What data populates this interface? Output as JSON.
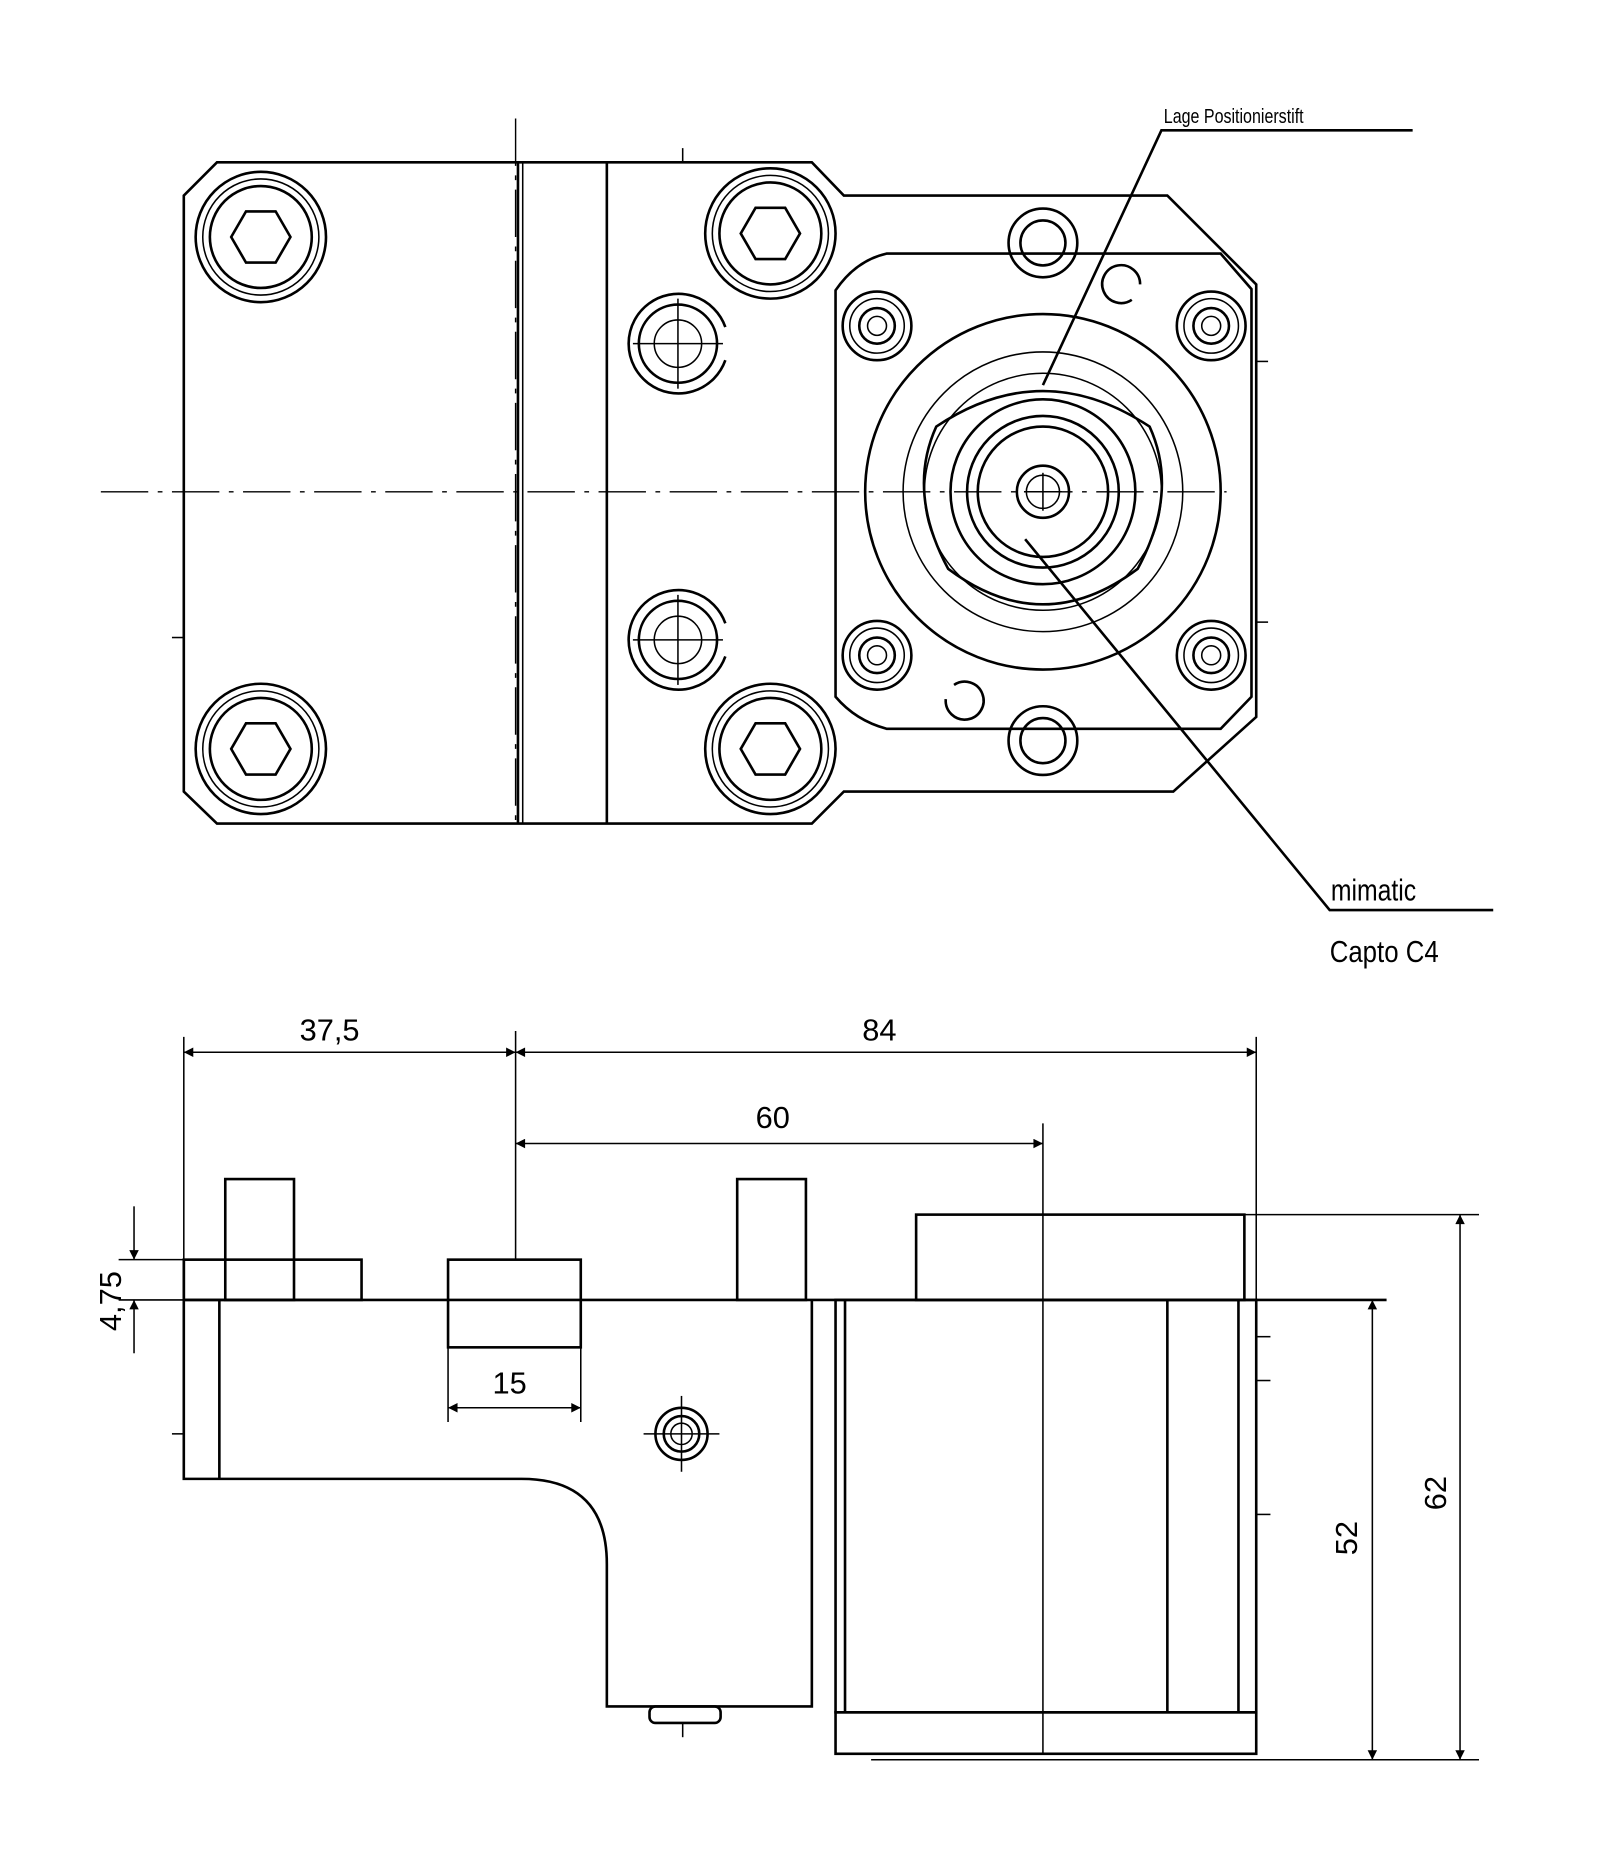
{
  "annotations": {
    "positioning_pin": "Lage Positionierstift",
    "interface_line1": "mimatic",
    "interface_line2": "Capto C4"
  },
  "dimensions": {
    "d_37_5": "37,5",
    "d_84": "84",
    "d_60": "60",
    "d_15": "15",
    "d_4_75": "4,75",
    "d_52": "52",
    "d_62": "62"
  },
  "colors": {
    "line": "#000000",
    "background": "#ffffff"
  }
}
